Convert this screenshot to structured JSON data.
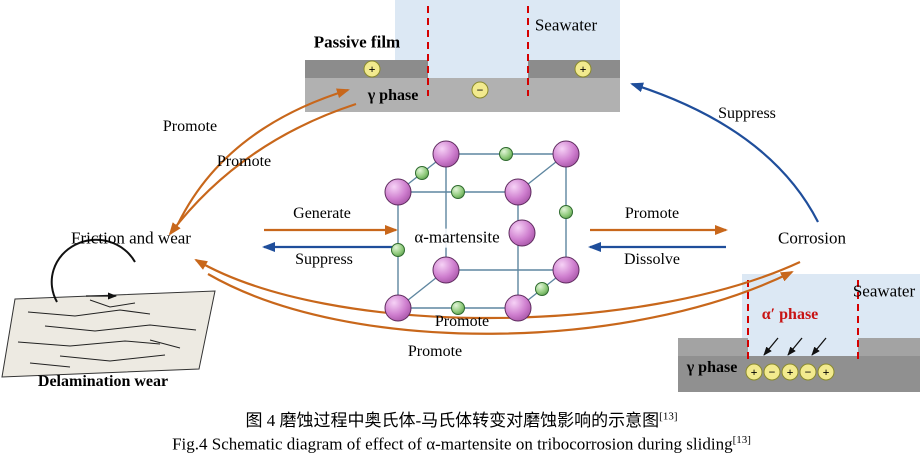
{
  "colors": {
    "orange_arrow": "#c8671b",
    "blue_arrow": "#1f4e9b",
    "red_dashed": "#d40000",
    "seawater": "#dce8f4",
    "passive_film_gray": "#8c8c8c",
    "gamma_gray_top": "#b1b1b1",
    "gamma_gray_bottom": "#909090",
    "purple_atom": "#cf7fcf",
    "green_atom": "#8cc878",
    "charge_yellow": "#f2ea8e"
  },
  "labels": {
    "passive_film": "Passive film",
    "seawater_top": "Seawater",
    "gamma_top": "γ phase",
    "suppress_top": "Suppress",
    "promote_tl_1": "Promote",
    "promote_tl_2": "Promote",
    "friction": "Friction and wear",
    "generate": "Generate",
    "suppress_mid": "Suppress",
    "alpha_martensite": "α-martensite",
    "promote_mid": "Promote",
    "dissolve": "Dissolve",
    "corrosion": "Corrosion",
    "promote_under_cube": "Promote",
    "promote_bottom": "Promote",
    "seawater_br": "Seawater",
    "alpha_phase": "α′  phase",
    "gamma_br": "γ phase",
    "delamination": "Delamination wear"
  },
  "charges": {
    "plus": "+",
    "minus": "−"
  },
  "caption": {
    "zh": "图 4  磨蚀过程中奥氏体-马氏体转变对磨蚀影响的示意图",
    "en": "Fig.4 Schematic diagram of effect of α-martensite on tribocorrosion during sliding",
    "ref": "[13]"
  }
}
